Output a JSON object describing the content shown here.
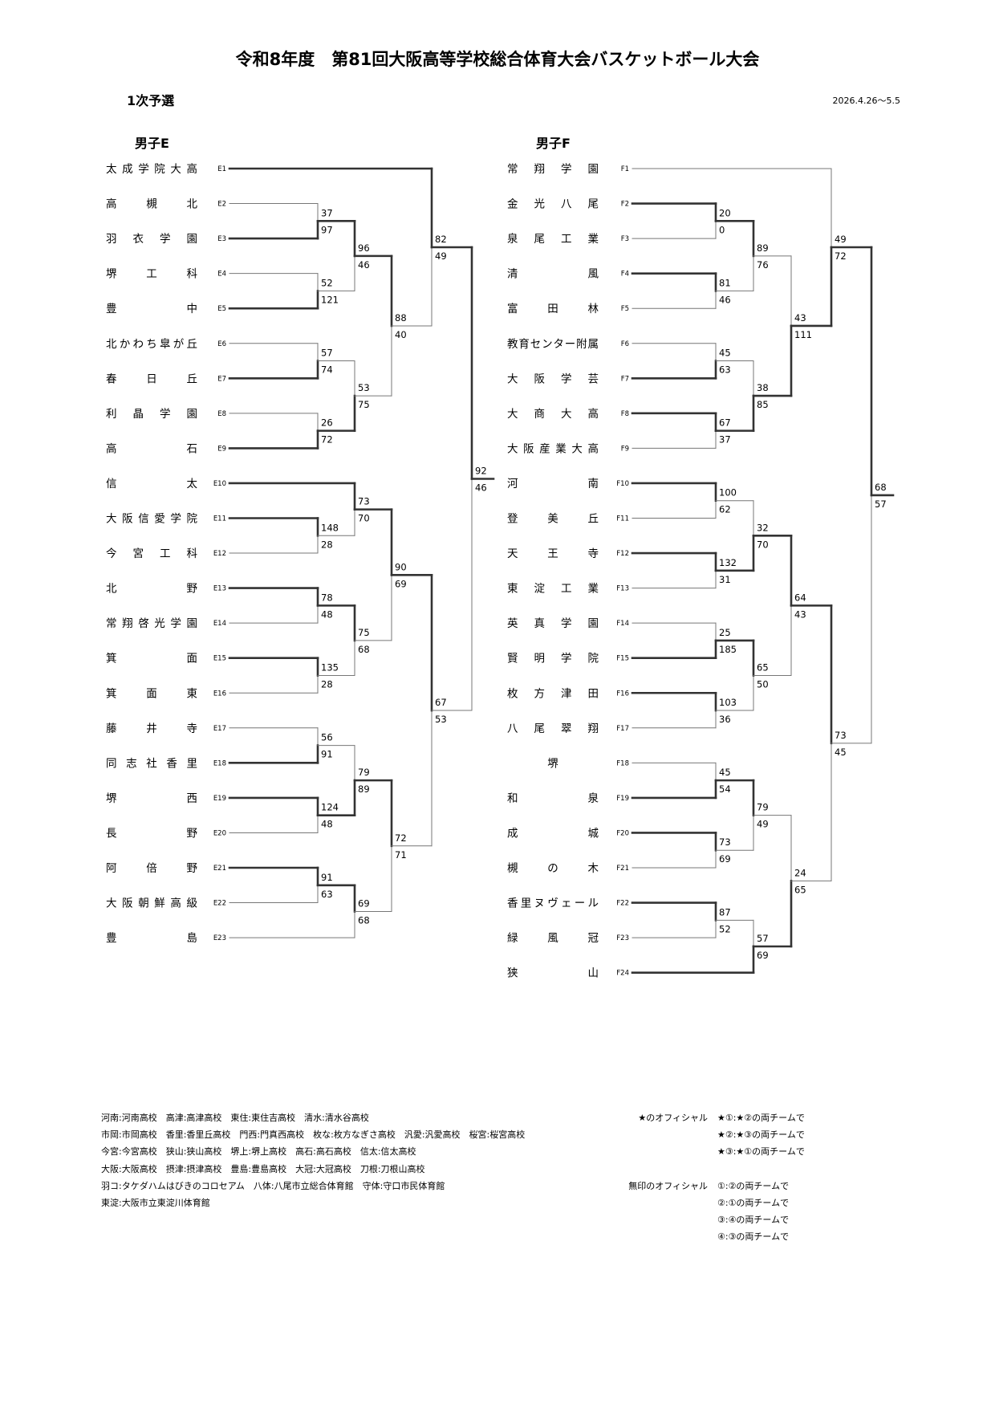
{
  "header": {
    "title": "令和8年度　第81回大阪高等学校総合体育大会バスケットボール大会",
    "subtitle": "1次予選",
    "date": "2026.4.26〜5.5"
  },
  "brackets": [
    {
      "name": "男子E",
      "teams": [
        {
          "name": "太成学院大高",
          "seed": "E1"
        },
        {
          "name": "高槻北",
          "seed": "E2"
        },
        {
          "name": "羽衣学園",
          "seed": "E3"
        },
        {
          "name": "堺工科",
          "seed": "E4"
        },
        {
          "name": "豊中",
          "seed": "E5"
        },
        {
          "name": "北かわち皐が丘",
          "seed": "E6"
        },
        {
          "name": "春日丘",
          "seed": "E7"
        },
        {
          "name": "利晶学園",
          "seed": "E8"
        },
        {
          "name": "高石",
          "seed": "E9"
        },
        {
          "name": "信太",
          "seed": "E10"
        },
        {
          "name": "大阪信愛学院",
          "seed": "E11"
        },
        {
          "name": "今宮工科",
          "seed": "E12"
        },
        {
          "name": "北野",
          "seed": "E13"
        },
        {
          "name": "常翔啓光学園",
          "seed": "E14"
        },
        {
          "name": "箕面",
          "seed": "E15"
        },
        {
          "name": "箕面東",
          "seed": "E16"
        },
        {
          "name": "藤井寺",
          "seed": "E17"
        },
        {
          "name": "同志社香里",
          "seed": "E18"
        },
        {
          "name": "堺西",
          "seed": "E19"
        },
        {
          "name": "長野",
          "seed": "E20"
        },
        {
          "name": "阿倍野",
          "seed": "E21"
        },
        {
          "name": "大阪朝鮮高級",
          "seed": "E22"
        },
        {
          "name": "豊島",
          "seed": "E23"
        }
      ],
      "games": [
        {
          "id": "e23",
          "a": "E2",
          "b": "E3",
          "sa": "37",
          "sb": "97",
          "w": "b"
        },
        {
          "id": "e45",
          "a": "E4",
          "b": "E5",
          "sa": "52",
          "sb": "121",
          "w": "b"
        },
        {
          "id": "e67",
          "a": "E6",
          "b": "E7",
          "sa": "57",
          "sb": "74",
          "w": "b"
        },
        {
          "id": "e89",
          "a": "E8",
          "b": "E9",
          "sa": "26",
          "sb": "72",
          "w": "b"
        },
        {
          "id": "e1112",
          "a": "E11",
          "b": "E12",
          "sa": "148",
          "sb": "28",
          "w": "a"
        },
        {
          "id": "e1314",
          "a": "E13",
          "b": "E14",
          "sa": "78",
          "sb": "48",
          "w": "a"
        },
        {
          "id": "e1516",
          "a": "E15",
          "b": "E16",
          "sa": "135",
          "sb": "28",
          "w": "a"
        },
        {
          "id": "e1718",
          "a": "E17",
          "b": "E18",
          "sa": "56",
          "sb": "91",
          "w": "b"
        },
        {
          "id": "e1920",
          "a": "E19",
          "b": "E20",
          "sa": "124",
          "sb": "48",
          "w": "a"
        },
        {
          "id": "e2122",
          "a": "E21",
          "b": "E22",
          "sa": "91",
          "sb": "63",
          "w": "a"
        },
        {
          "id": "eB",
          "a": "e23",
          "b": "e45",
          "sa": "96",
          "sb": "46",
          "w": "a"
        },
        {
          "id": "eC",
          "a": "e67",
          "b": "e89",
          "sa": "53",
          "sb": "75",
          "w": "b"
        },
        {
          "id": "eE",
          "a": "E10",
          "b": "e1112",
          "sa": "73",
          "sb": "70",
          "w": "a"
        },
        {
          "id": "eF",
          "a": "e1314",
          "b": "e1516",
          "sa": "75",
          "sb": "68",
          "w": "a"
        },
        {
          "id": "eH",
          "a": "e1718",
          "b": "e1920",
          "sa": "79",
          "sb": "89",
          "w": "b"
        },
        {
          "id": "eI",
          "a": "e2122",
          "b": "E23",
          "sa": "69",
          "sb": "68",
          "w": "a"
        },
        {
          "id": "eD",
          "a": "eB",
          "b": "eC",
          "sa": "88",
          "sb": "40",
          "w": "a"
        },
        {
          "id": "eG",
          "a": "eE",
          "b": "eF",
          "sa": "90",
          "sb": "69",
          "w": "a"
        },
        {
          "id": "eJ",
          "a": "eH",
          "b": "eI",
          "sa": "72",
          "sb": "71",
          "w": "a"
        },
        {
          "id": "eK",
          "a": "E1",
          "b": "eD",
          "sa": "82",
          "sb": "49",
          "w": "a"
        },
        {
          "id": "eL",
          "a": "eG",
          "b": "eJ",
          "sa": "67",
          "sb": "53",
          "w": "a"
        },
        {
          "id": "eM",
          "a": "eK",
          "b": "eL",
          "sa": "92",
          "sb": "46",
          "w": "a"
        }
      ]
    },
    {
      "name": "男子F",
      "teams": [
        {
          "name": "常翔学園",
          "seed": "F1"
        },
        {
          "name": "金光八尾",
          "seed": "F2"
        },
        {
          "name": "泉尾工業",
          "seed": "F3"
        },
        {
          "name": "清風",
          "seed": "F4"
        },
        {
          "name": "富田林",
          "seed": "F5"
        },
        {
          "name": "教育センター附属",
          "seed": "F6"
        },
        {
          "name": "大阪学芸",
          "seed": "F7"
        },
        {
          "name": "大商大高",
          "seed": "F8"
        },
        {
          "name": "大阪産業大高",
          "seed": "F9"
        },
        {
          "name": "河南",
          "seed": "F10"
        },
        {
          "name": "登美丘",
          "seed": "F11"
        },
        {
          "name": "天王寺",
          "seed": "F12"
        },
        {
          "name": "東淀工業",
          "seed": "F13"
        },
        {
          "name": "英真学園",
          "seed": "F14"
        },
        {
          "name": "賢明学院",
          "seed": "F15"
        },
        {
          "name": "枚方津田",
          "seed": "F16"
        },
        {
          "name": "八尾翠翔",
          "seed": "F17"
        },
        {
          "name": "堺",
          "seed": "F18"
        },
        {
          "name": "和泉",
          "seed": "F19"
        },
        {
          "name": "成城",
          "seed": "F20"
        },
        {
          "name": "槻の木",
          "seed": "F21"
        },
        {
          "name": "香里ヌヴェール",
          "seed": "F22"
        },
        {
          "name": "緑風冠",
          "seed": "F23"
        },
        {
          "name": "狭山",
          "seed": "F24"
        }
      ],
      "games": [
        {
          "id": "f23",
          "a": "F2",
          "b": "F3",
          "sa": "20",
          "sb": "0",
          "w": "a"
        },
        {
          "id": "f45",
          "a": "F4",
          "b": "F5",
          "sa": "81",
          "sb": "46",
          "w": "a"
        },
        {
          "id": "f67",
          "a": "F6",
          "b": "F7",
          "sa": "45",
          "sb": "63",
          "w": "b"
        },
        {
          "id": "f89",
          "a": "F8",
          "b": "F9",
          "sa": "67",
          "sb": "37",
          "w": "a"
        },
        {
          "id": "f1011",
          "a": "F10",
          "b": "F11",
          "sa": "100",
          "sb": "62",
          "w": "a"
        },
        {
          "id": "f1213",
          "a": "F12",
          "b": "F13",
          "sa": "132",
          "sb": "31",
          "w": "a"
        },
        {
          "id": "f1415",
          "a": "F14",
          "b": "F15",
          "sa": "25",
          "sb": "185",
          "w": "b"
        },
        {
          "id": "f1617",
          "a": "F16",
          "b": "F17",
          "sa": "103",
          "sb": "36",
          "w": "a"
        },
        {
          "id": "f1819",
          "a": "F18",
          "b": "F19",
          "sa": "45",
          "sb": "54",
          "w": "b"
        },
        {
          "id": "f2021",
          "a": "F20",
          "b": "F21",
          "sa": "73",
          "sb": "69",
          "w": "a"
        },
        {
          "id": "f2223",
          "a": "F22",
          "b": "F23",
          "sa": "87",
          "sb": "52",
          "w": "a"
        },
        {
          "id": "fA",
          "a": "f23",
          "b": "f45",
          "sa": "89",
          "sb": "76",
          "w": "a"
        },
        {
          "id": "fB",
          "a": "f67",
          "b": "f89",
          "sa": "38",
          "sb": "85",
          "w": "b"
        },
        {
          "id": "fC",
          "a": "f1011",
          "b": "f1213",
          "sa": "32",
          "sb": "70",
          "w": "b"
        },
        {
          "id": "fD",
          "a": "f1415",
          "b": "f1617",
          "sa": "65",
          "sb": "50",
          "w": "a"
        },
        {
          "id": "fE",
          "a": "f1819",
          "b": "f2021",
          "sa": "79",
          "sb": "49",
          "w": "a"
        },
        {
          "id": "fF",
          "a": "f2223",
          "b": "F24",
          "sa": "57",
          "sb": "69",
          "w": "b"
        },
        {
          "id": "fG",
          "a": "fA",
          "b": "fB",
          "sa": "43",
          "sb": "111",
          "w": "b"
        },
        {
          "id": "fH",
          "a": "fC",
          "b": "fD",
          "sa": "64",
          "sb": "43",
          "w": "a"
        },
        {
          "id": "fI",
          "a": "fE",
          "b": "fF",
          "sa": "24",
          "sb": "65",
          "w": "b"
        },
        {
          "id": "fJ",
          "a": "F1",
          "b": "fG",
          "sa": "49",
          "sb": "72",
          "w": "b"
        },
        {
          "id": "fK",
          "a": "fH",
          "b": "fI",
          "sa": "73",
          "sb": "45",
          "w": "a"
        },
        {
          "id": "fL",
          "a": "fJ",
          "b": "fK",
          "sa": "68",
          "sb": "57",
          "w": "a"
        }
      ]
    }
  ],
  "notes": [
    "河南:河南高校　高津:高津高校　東住:東住吉高校　清水:清水谷高校",
    "市岡:市岡高校　香里:香里丘高校　門西:門真西高校　枚な:枚方なぎさ高校　汎愛:汎愛高校　桜宮:桜宮高校",
    "今宮:今宮高校　狭山:狭山高校　堺上:堺上高校　高石:高石高校　信太:信太高校",
    "大阪:大阪高校　摂津:摂津高校　豊島:豊島高校　大冠:大冠高校　刀根:刀根山高校",
    "羽コ:タケダハムはびきのコロセアム　八体:八尾市立総合体育館　守体:守口市民体育館",
    "東淀:大阪市立東淀川体育館"
  ],
  "officials": [
    {
      "label": "★のオフィシャル",
      "text": "★①:★②の両チームで"
    },
    {
      "label": "",
      "text": "★②:★③の両チームで"
    },
    {
      "label": "",
      "text": "★③:★①の両チームで"
    },
    {
      "label": "",
      "text": ""
    },
    {
      "label": "無印のオフィシャル",
      "text": "①:②の両チームで"
    },
    {
      "label": "",
      "text": "②:①の両チームで"
    },
    {
      "label": "",
      "text": "③:④の両チームで"
    },
    {
      "label": "",
      "text": "④:③の両チームで"
    }
  ]
}
